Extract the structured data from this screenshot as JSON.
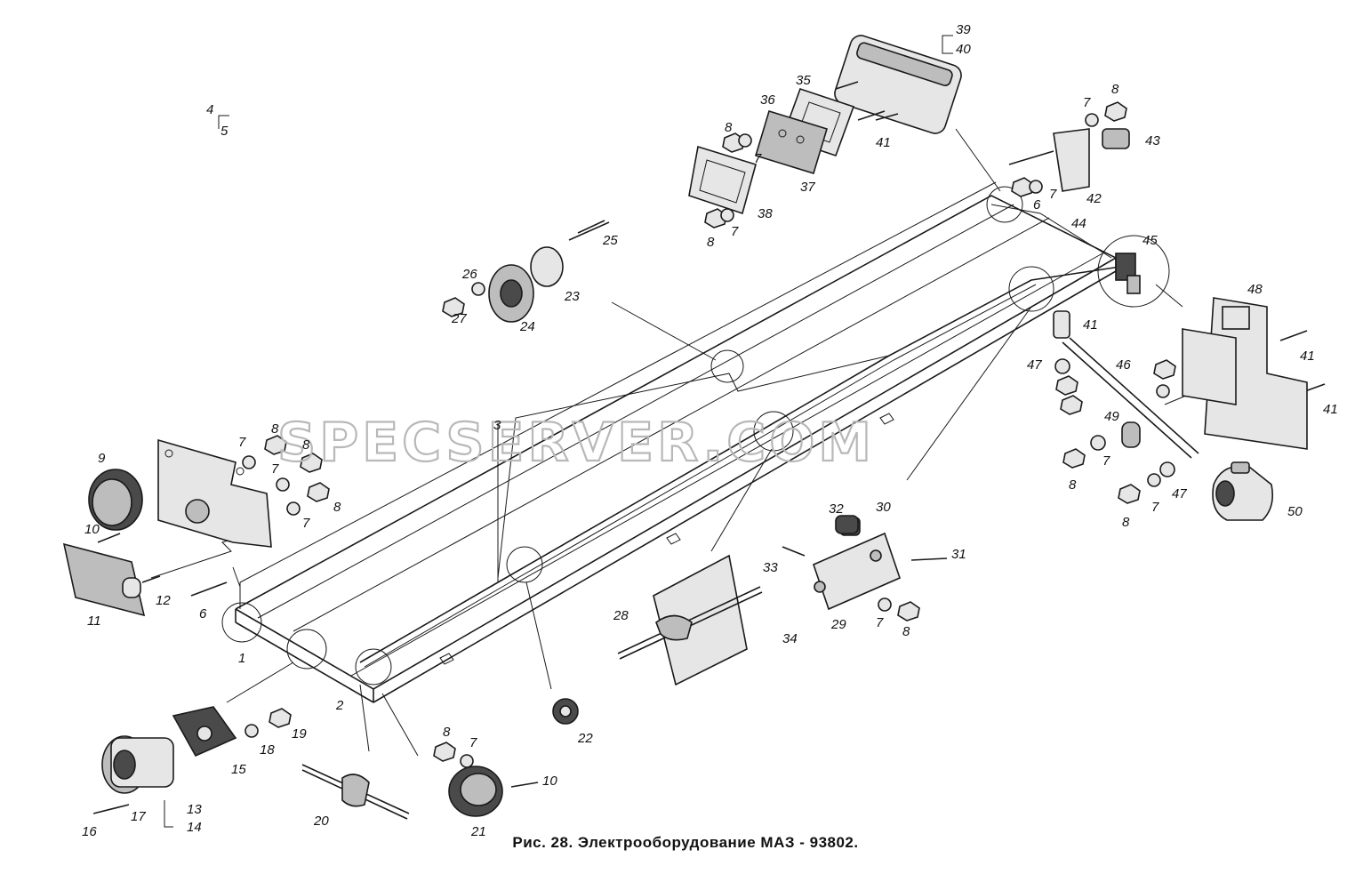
{
  "caption": "Рис. 28. Электрооборудование МАЗ - 93802.",
  "watermark": "SPECSERVER.COM",
  "callouts": [
    "1",
    "2",
    "3",
    "4",
    "5",
    "6",
    "7",
    "8",
    "9",
    "10",
    "11",
    "12",
    "13",
    "14",
    "15",
    "16",
    "17",
    "18",
    "19",
    "20",
    "21",
    "22",
    "23",
    "24",
    "25",
    "26",
    "27",
    "28",
    "29",
    "30",
    "31",
    "32",
    "33",
    "34",
    "35",
    "36",
    "37",
    "38",
    "39",
    "40",
    "41",
    "42",
    "43",
    "44",
    "45",
    "46",
    "47",
    "48",
    "49",
    "50"
  ]
}
